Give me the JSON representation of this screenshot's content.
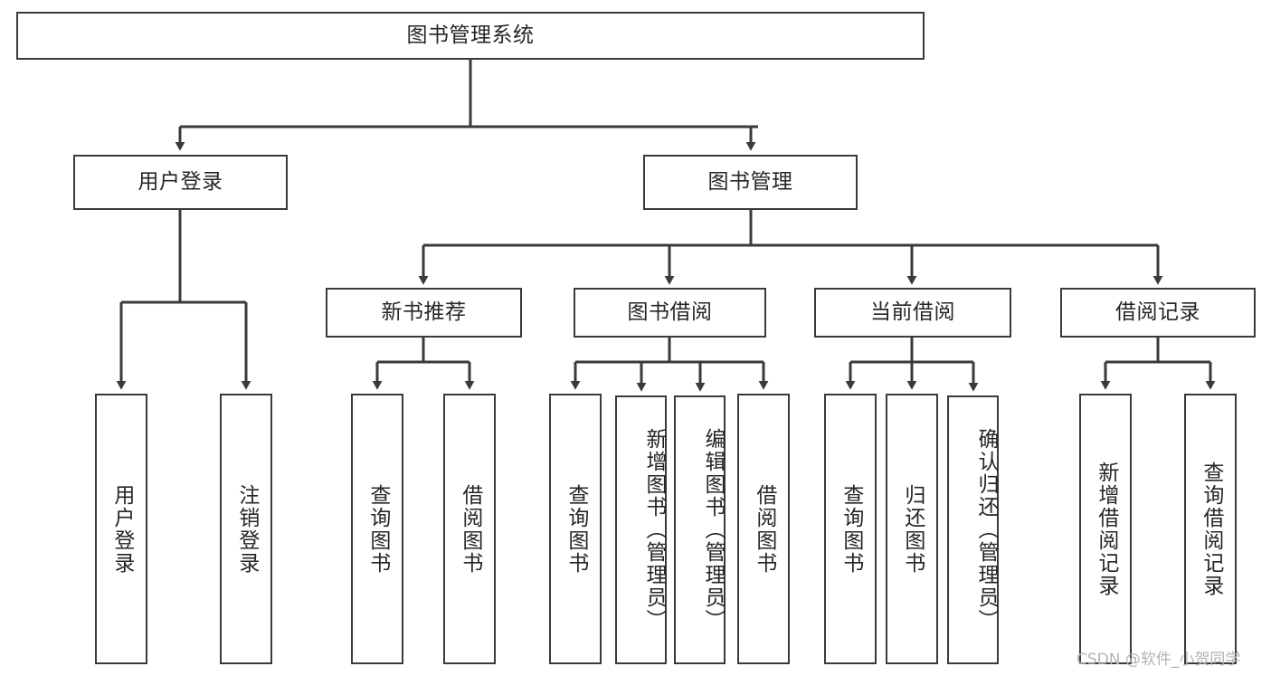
{
  "diagram": {
    "title": "图书管理系统",
    "type": "hierarchy-tree",
    "watermark": "CSDN @软件_小贺同学",
    "colors": {
      "box_border": "#3a3a3a",
      "box_fill": "#ffffff",
      "connector": "#3a3a3a",
      "text": "#262626",
      "watermark": "#b3b3b3",
      "background": "#ffffff"
    },
    "nodes": {
      "root": {
        "label": "图书管理系统",
        "level": 1
      },
      "l2": [
        {
          "label": "用户登录",
          "level": 2
        },
        {
          "label": "图书管理",
          "level": 2
        }
      ],
      "l3": [
        {
          "label": "新书推荐",
          "level": 3
        },
        {
          "label": "图书借阅",
          "level": 3
        },
        {
          "label": "当前借阅",
          "level": 3
        },
        {
          "label": "借阅记录",
          "level": 3
        }
      ],
      "leaves_user_login": [
        {
          "label": "用户登录",
          "level": 3
        },
        {
          "label": "注销登录",
          "level": 3
        }
      ],
      "leaves_new_books": [
        {
          "label": "查询图书",
          "level": 4
        },
        {
          "label": "借阅图书",
          "level": 4
        }
      ],
      "leaves_borrow": [
        {
          "label": "查询图书",
          "level": 4
        },
        {
          "label": "新增图书（管理员）",
          "level": 4
        },
        {
          "label": "编辑图书（管理员）",
          "level": 4
        },
        {
          "label": "借阅图书",
          "level": 4
        }
      ],
      "leaves_current": [
        {
          "label": "查询图书",
          "level": 4
        },
        {
          "label": "归还图书",
          "level": 4
        },
        {
          "label": "确认归还（管理员）",
          "level": 4
        }
      ],
      "leaves_records": [
        {
          "label": "新增借阅记录",
          "level": 4
        },
        {
          "label": "查询借阅记录",
          "level": 4
        }
      ]
    }
  }
}
